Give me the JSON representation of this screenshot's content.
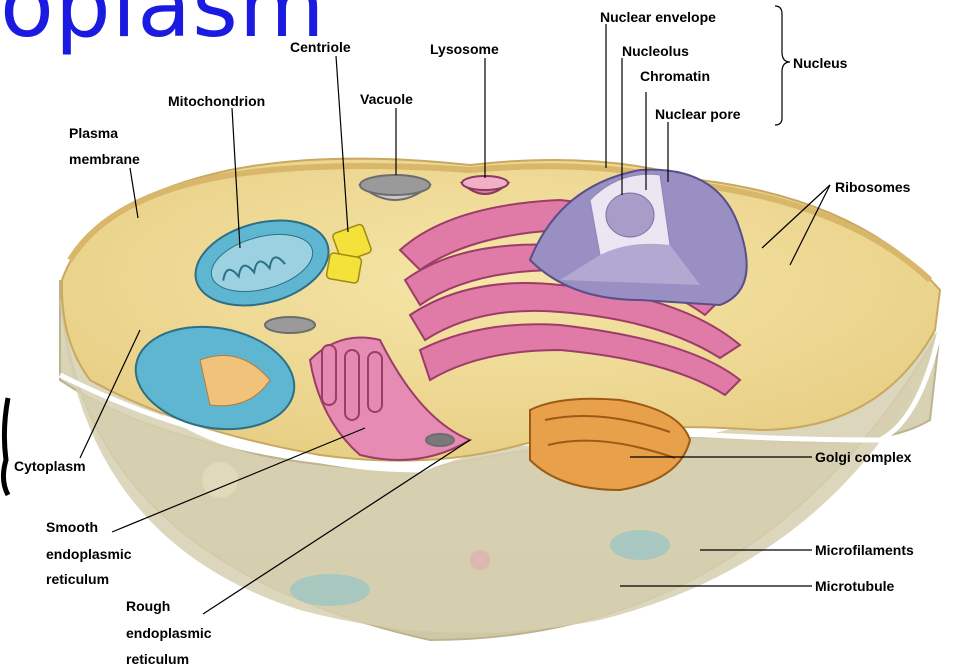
{
  "slide": {
    "title_fragment": "oplasm"
  },
  "diagram": {
    "labels": {
      "nuclear_envelope": "Nuclear envelope",
      "nucleolus": "Nucleolus",
      "chromatin": "Chromatin",
      "nuclear_pore": "Nuclear pore",
      "nucleus": "Nucleus",
      "centriole": "Centriole",
      "lysosome": "Lysosome",
      "vacuole": "Vacuole",
      "mitochondrion": "Mitochondrion",
      "plasma_membrane_1": "Plasma",
      "plasma_membrane_2": "membrane",
      "ribosomes": "Ribosomes",
      "cytoplasm": "Cytoplasm",
      "smooth_er_1": "Smooth",
      "smooth_er_2": "endoplasmic",
      "smooth_er_3": "reticulum",
      "rough_er_1": "Rough",
      "rough_er_2": "endoplasmic",
      "rough_er_3": "reticulum",
      "golgi": "Golgi complex",
      "microfilaments": "Microfilaments",
      "microtubule": "Microtubule"
    },
    "colors": {
      "title": "#1a1ae0",
      "cytoplasm_fill": "#f2dc9a",
      "cell_lower": "#d9d4b6",
      "er_pink": "#e07aa6",
      "nucleus_purple": "#9a8fc2",
      "mito_blue": "#5fb6d0",
      "golgi_orange": "#e8a04a",
      "centriole_yellow": "#f3e23a"
    }
  }
}
